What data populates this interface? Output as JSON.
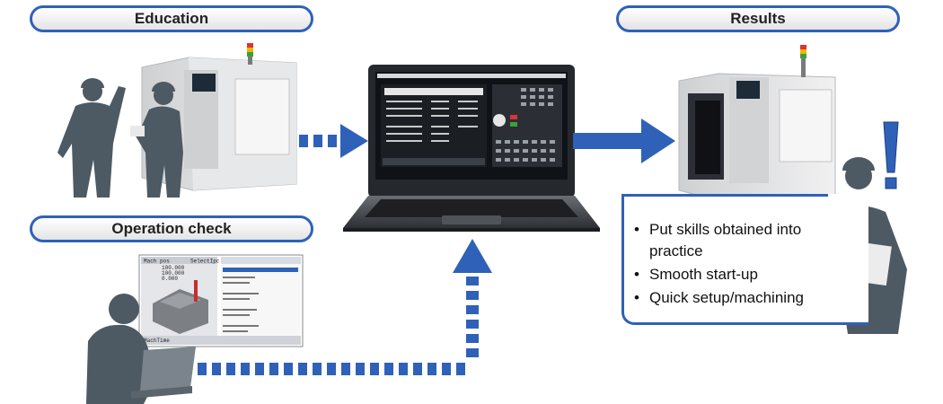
{
  "labels": {
    "education": "Education",
    "results": "Results",
    "operation_check": "Operation check"
  },
  "results_items": [
    "Put skills obtained into practice",
    "Smooth start-up",
    "Quick setup/machining"
  ],
  "screen_text": {
    "mach_pos": "Mach pos",
    "selectipc": "SelectIpc",
    "x_val": "100.000",
    "y_val": "100.000",
    "z_val": "0.000",
    "mach_time": "MachTime"
  },
  "colors": {
    "accent_blue": "#2f61b8",
    "silhouette": "#4d5a64",
    "machine_gray": "#d9dadb"
  }
}
